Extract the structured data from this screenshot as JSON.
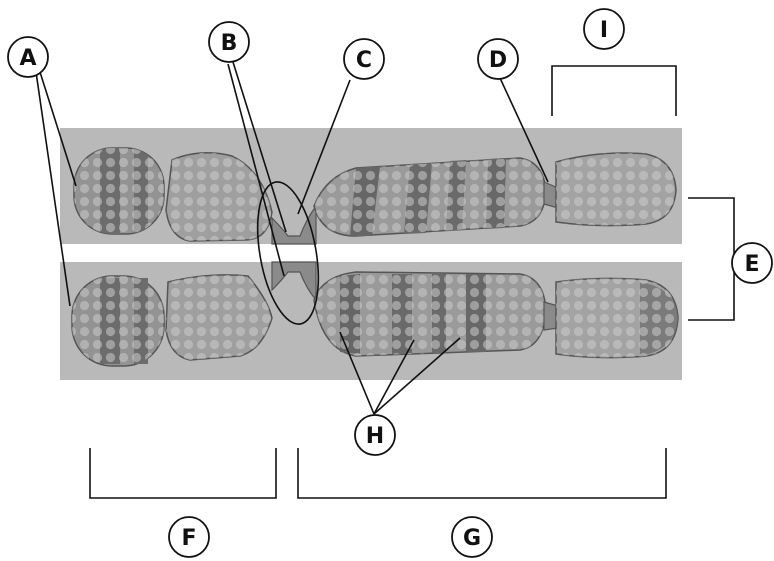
{
  "labels": {
    "a": "A",
    "b": "B",
    "c": "C",
    "d": "D",
    "e": "E",
    "f": "F",
    "g": "G",
    "h": "H",
    "i": "I"
  },
  "colors": {
    "panel": "#b9b9b9",
    "chromosome_light": "#9a9a9a",
    "chromosome_dark": "#646464",
    "outline": "#4a4a4a",
    "line": "#111111"
  }
}
